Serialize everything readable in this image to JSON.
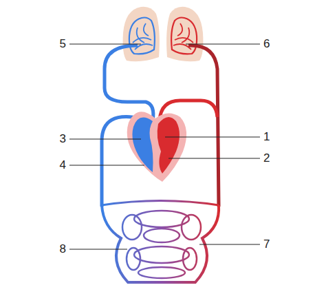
{
  "diagram": {
    "labels": [
      "5",
      "6",
      "3",
      "1",
      "4",
      "2",
      "8",
      "7"
    ]
  }
}
